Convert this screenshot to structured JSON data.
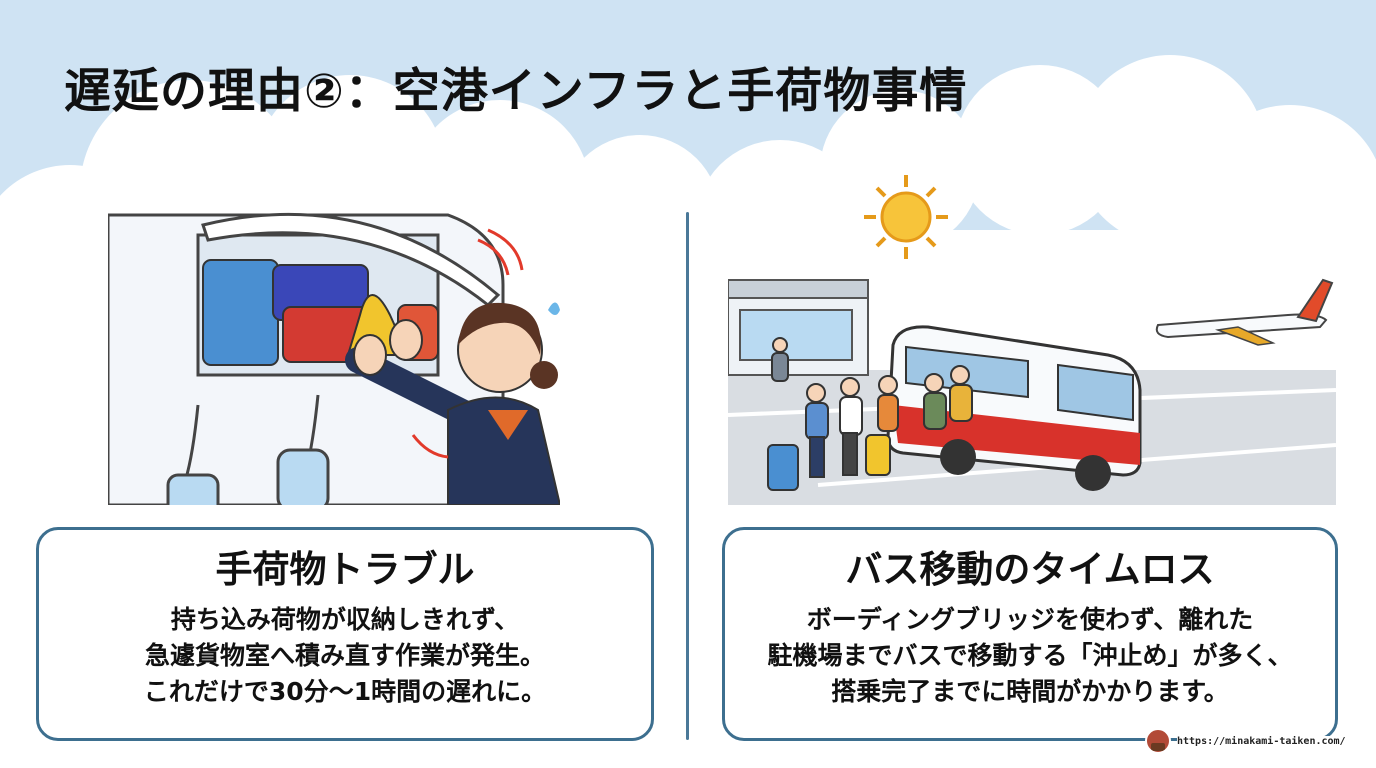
{
  "title": "遅延の理由②：空港インフラと手荷物事情",
  "left_card": {
    "heading": "手荷物トラブル",
    "lines": [
      "持ち込み荷物が収納しきれず、",
      "急遽貨物室へ積み直す作業が発生。",
      "これだけで30分～1時間の遅れに。"
    ]
  },
  "right_card": {
    "heading": "バス移動のタイムロス",
    "lines": [
      "ボーディングブリッジを使わず、離れた",
      "駐機場までバスで移動する「沖止め」が多く、",
      "搭乗完了までに時間がかかります。"
    ]
  },
  "footer": {
    "url": "https://minakami-taiken.com/"
  },
  "colors": {
    "sky": "#cfe3f3",
    "card_border": "#3d6f8f",
    "bus_red": "#d8322b",
    "uniform_navy": "#26355a",
    "scarf": "#e06a2a"
  },
  "icons": {
    "sun": "sun-icon",
    "airplane": "airplane-icon",
    "bus": "bus-icon",
    "avatar": "avatar-icon"
  }
}
